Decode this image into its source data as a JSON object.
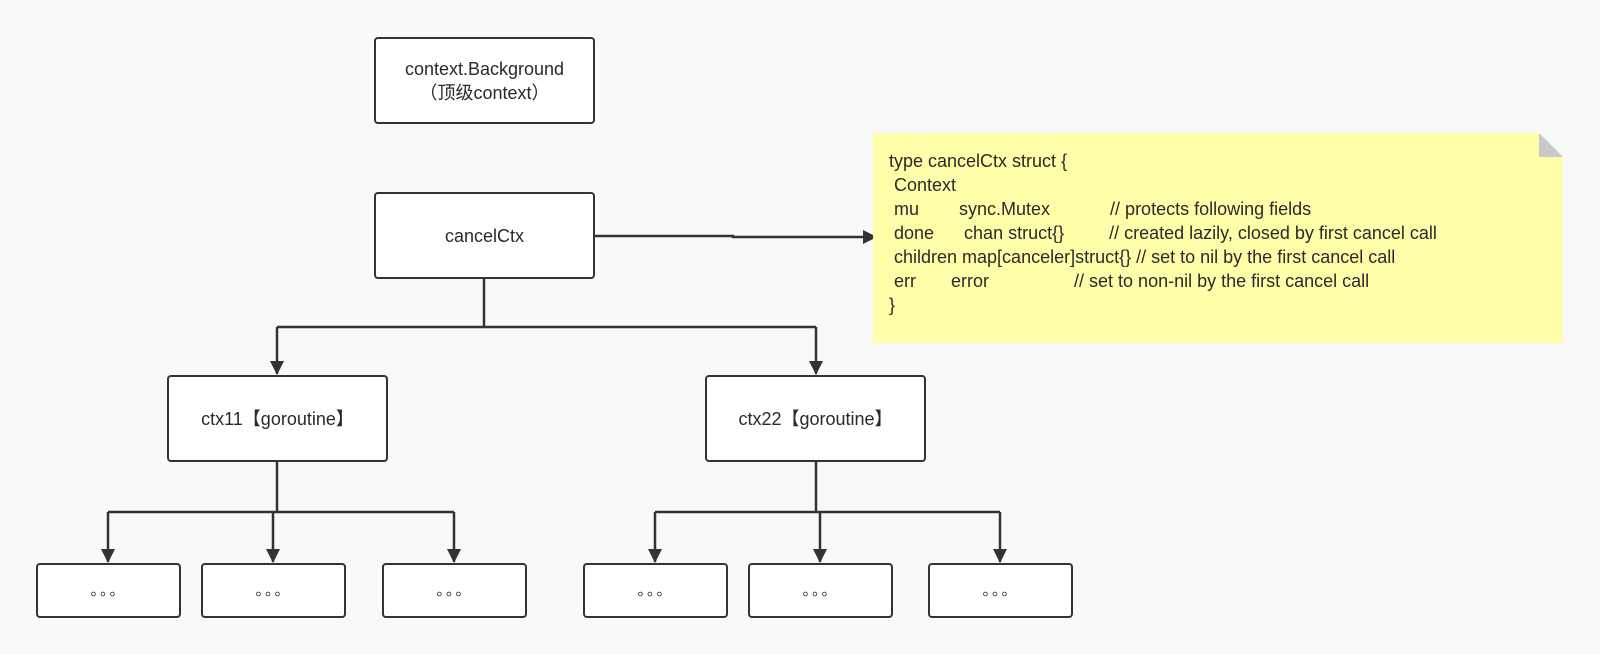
{
  "nodes": {
    "root": {
      "line1": "context.Background",
      "line2": "（顶级context）"
    },
    "cancel": {
      "label": "cancelCtx"
    },
    "ctx11": {
      "label": "ctx11【goroutine】"
    },
    "ctx22": {
      "label": "ctx22【goroutine】"
    },
    "leaves": [
      "。。。",
      "。。。",
      "。。。",
      "。。。",
      "。。。",
      "。。。"
    ]
  },
  "note": {
    "lines": [
      "type cancelCtx struct {",
      " Context",
      " mu        sync.Mutex            // protects following fields",
      " done      chan struct{}         // created lazily, closed by first cancel call",
      " children map[canceler]struct{} // set to nil by the first cancel call",
      " err       error                 // set to non-nil by the first cancel call",
      "}"
    ]
  },
  "colors": {
    "background": "#f9f9f9",
    "node_border": "#333333",
    "note_fill": "#ffffaa",
    "note_fold": "#c8c8c8"
  }
}
